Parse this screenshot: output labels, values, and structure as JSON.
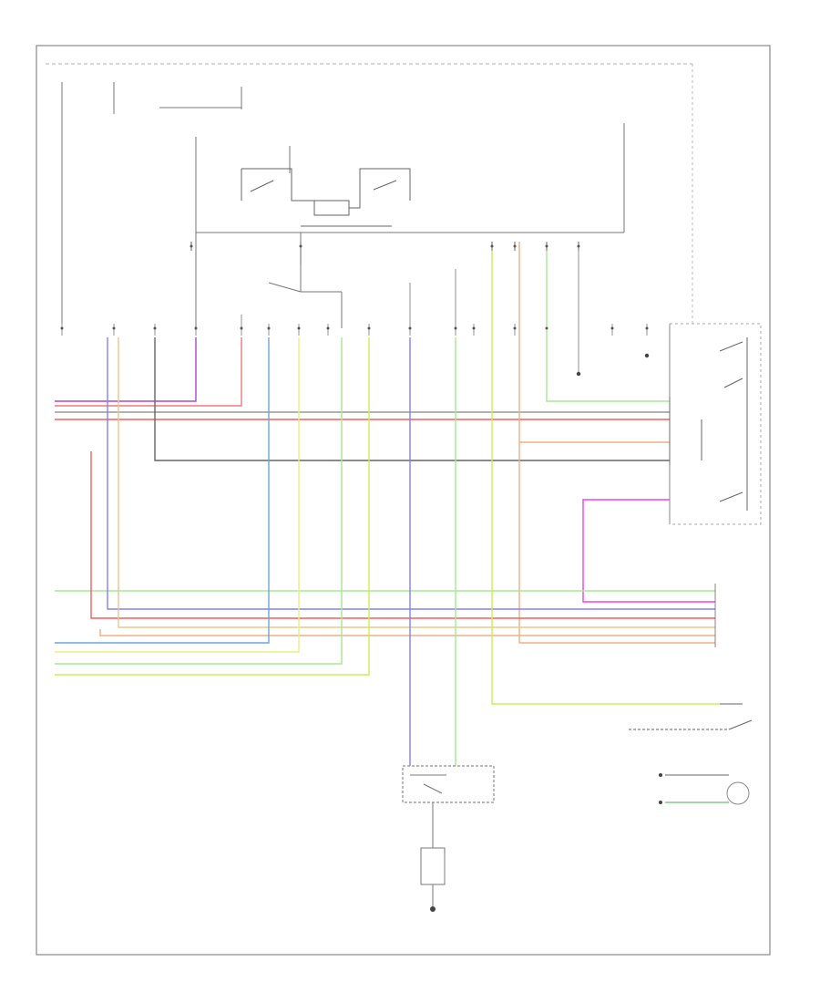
{
  "diagram": {
    "footer_code": "",
    "wire_colors": {
      "violet": "#b048c8",
      "pink": "#f07878",
      "red": "#f06060",
      "gray": "#888888",
      "black": "#444444",
      "blue": "#8080ff",
      "tan": "#e8c890",
      "orange": "#f0b080",
      "light_green": "#a8e890",
      "yellow_green": "#c8f050",
      "green": "#88e088",
      "steel_blue": "#6aa8d8",
      "magenta": "#f040f0",
      "frame": "#888888"
    },
    "components": [
      {
        "name": "ignition-switch",
        "label": ""
      },
      {
        "name": "relay-module",
        "label": ""
      },
      {
        "name": "wiper-switch",
        "label": ""
      },
      {
        "name": "ground",
        "label": ""
      },
      {
        "name": "washer-motor",
        "label": ""
      },
      {
        "name": "washer-pump",
        "label": ""
      }
    ]
  }
}
